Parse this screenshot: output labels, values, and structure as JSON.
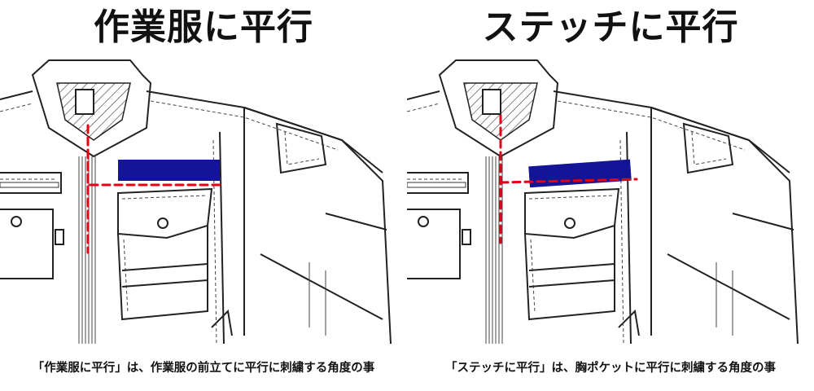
{
  "panels": [
    {
      "id": "left",
      "title": "作業服に平行",
      "caption": "「作業服に平行」は、作業服の前立てに平行に刺繍する角度の事",
      "embroidery_angle_deg": 0
    },
    {
      "id": "right",
      "title": "ステッチに平行",
      "caption": "「ステッチに平行」は、胸ポケットに平行に刺繍する角度の事",
      "embroidery_angle_deg": -4
    }
  ],
  "colors": {
    "guide_line": "#e60012",
    "embroidery_block": "#141496",
    "line_art": "#222222"
  }
}
